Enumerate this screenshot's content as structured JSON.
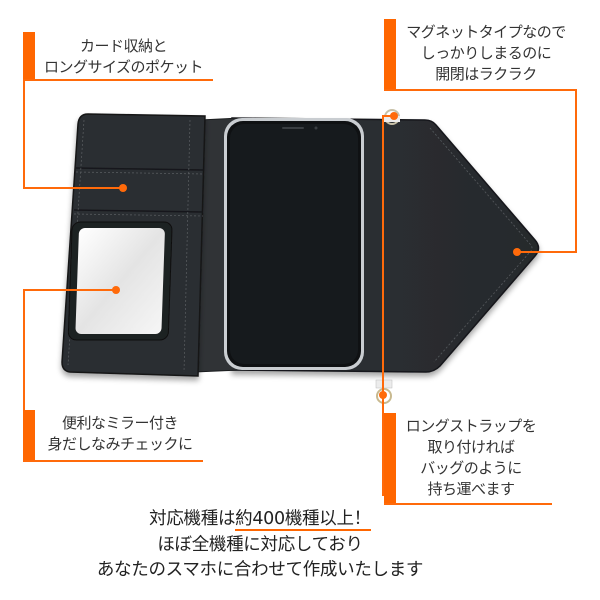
{
  "accent_color": "#ff6600",
  "callouts": {
    "card_storage": {
      "lines": [
        "カード収納と",
        "ロングサイズのポケット"
      ]
    },
    "magnet": {
      "lines": [
        "マグネットタイプなので",
        "しっかりしまるのに",
        "開閉はラクラク"
      ]
    },
    "mirror": {
      "lines": [
        "便利なミラー付き",
        "身だしなみチェックに"
      ]
    },
    "strap": {
      "lines": [
        "ロングストラップを",
        "取り付ければ",
        "バッグのように",
        "持ち運べます"
      ]
    }
  },
  "bottom": {
    "line1_prefix": "対応機種は",
    "line1_highlight": "約400機種以上！",
    "line2": "ほぼ全機種に対応しており",
    "line3": "あなたのスマホに合わせて作成いたします"
  },
  "product": {
    "wallet_color": "#2b2e31",
    "phone_screen_color": "#15181b",
    "mirror_color": "#e8e8e8"
  }
}
